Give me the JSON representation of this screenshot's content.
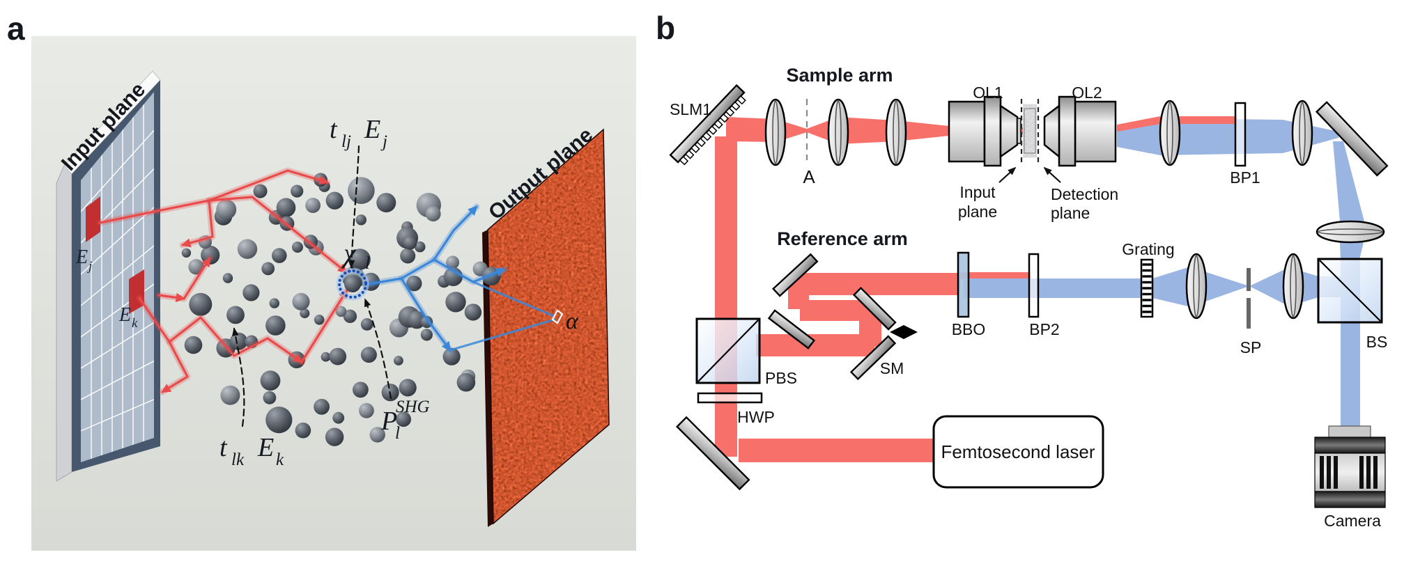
{
  "figure": {
    "panel_a": {
      "panel_letter": "a",
      "input_plane_label": "Input plane",
      "output_plane_label": "Output plane",
      "mode_j": {
        "base": "E",
        "sub": "j"
      },
      "mode_k": {
        "base": "E",
        "sub": "k"
      },
      "t_lj": {
        "base": "t",
        "sub": "lj",
        "base2": "E",
        "sub2": "j"
      },
      "t_lk": {
        "base": "t",
        "sub": "lk",
        "base2": "E",
        "sub2": "k"
      },
      "chi": {
        "base": "χ",
        "sub": "l"
      },
      "p_shg": {
        "base": "P",
        "sub": "l",
        "sup": "SHG"
      },
      "alpha": "α"
    },
    "panel_b": {
      "panel_letter": "b",
      "sample_arm_title": "Sample arm",
      "reference_arm_title": "Reference arm",
      "labels": {
        "slm1": "SLM1",
        "aperture": "A",
        "ol1": "OL1",
        "ol2": "OL2",
        "input_plane_line1": "Input",
        "input_plane_line2": "plane",
        "detection_plane_line1": "Detection",
        "detection_plane_line2": "plane",
        "bp1": "BP1",
        "bbo": "BBO",
        "bp2": "BP2",
        "grating": "Grating",
        "sp": "SP",
        "bs": "BS",
        "pbs": "PBS",
        "sm": "SM",
        "hwp": "HWP",
        "laser": "Femtosecond laser",
        "camera": "Camera"
      }
    },
    "colors": {
      "beam_red": "#f8706a",
      "beam_blue": "#9ab5e2",
      "path_red": "#e94b4b",
      "path_blue": "#3a87d9",
      "bbo_fill": "#a8c4e0"
    }
  }
}
